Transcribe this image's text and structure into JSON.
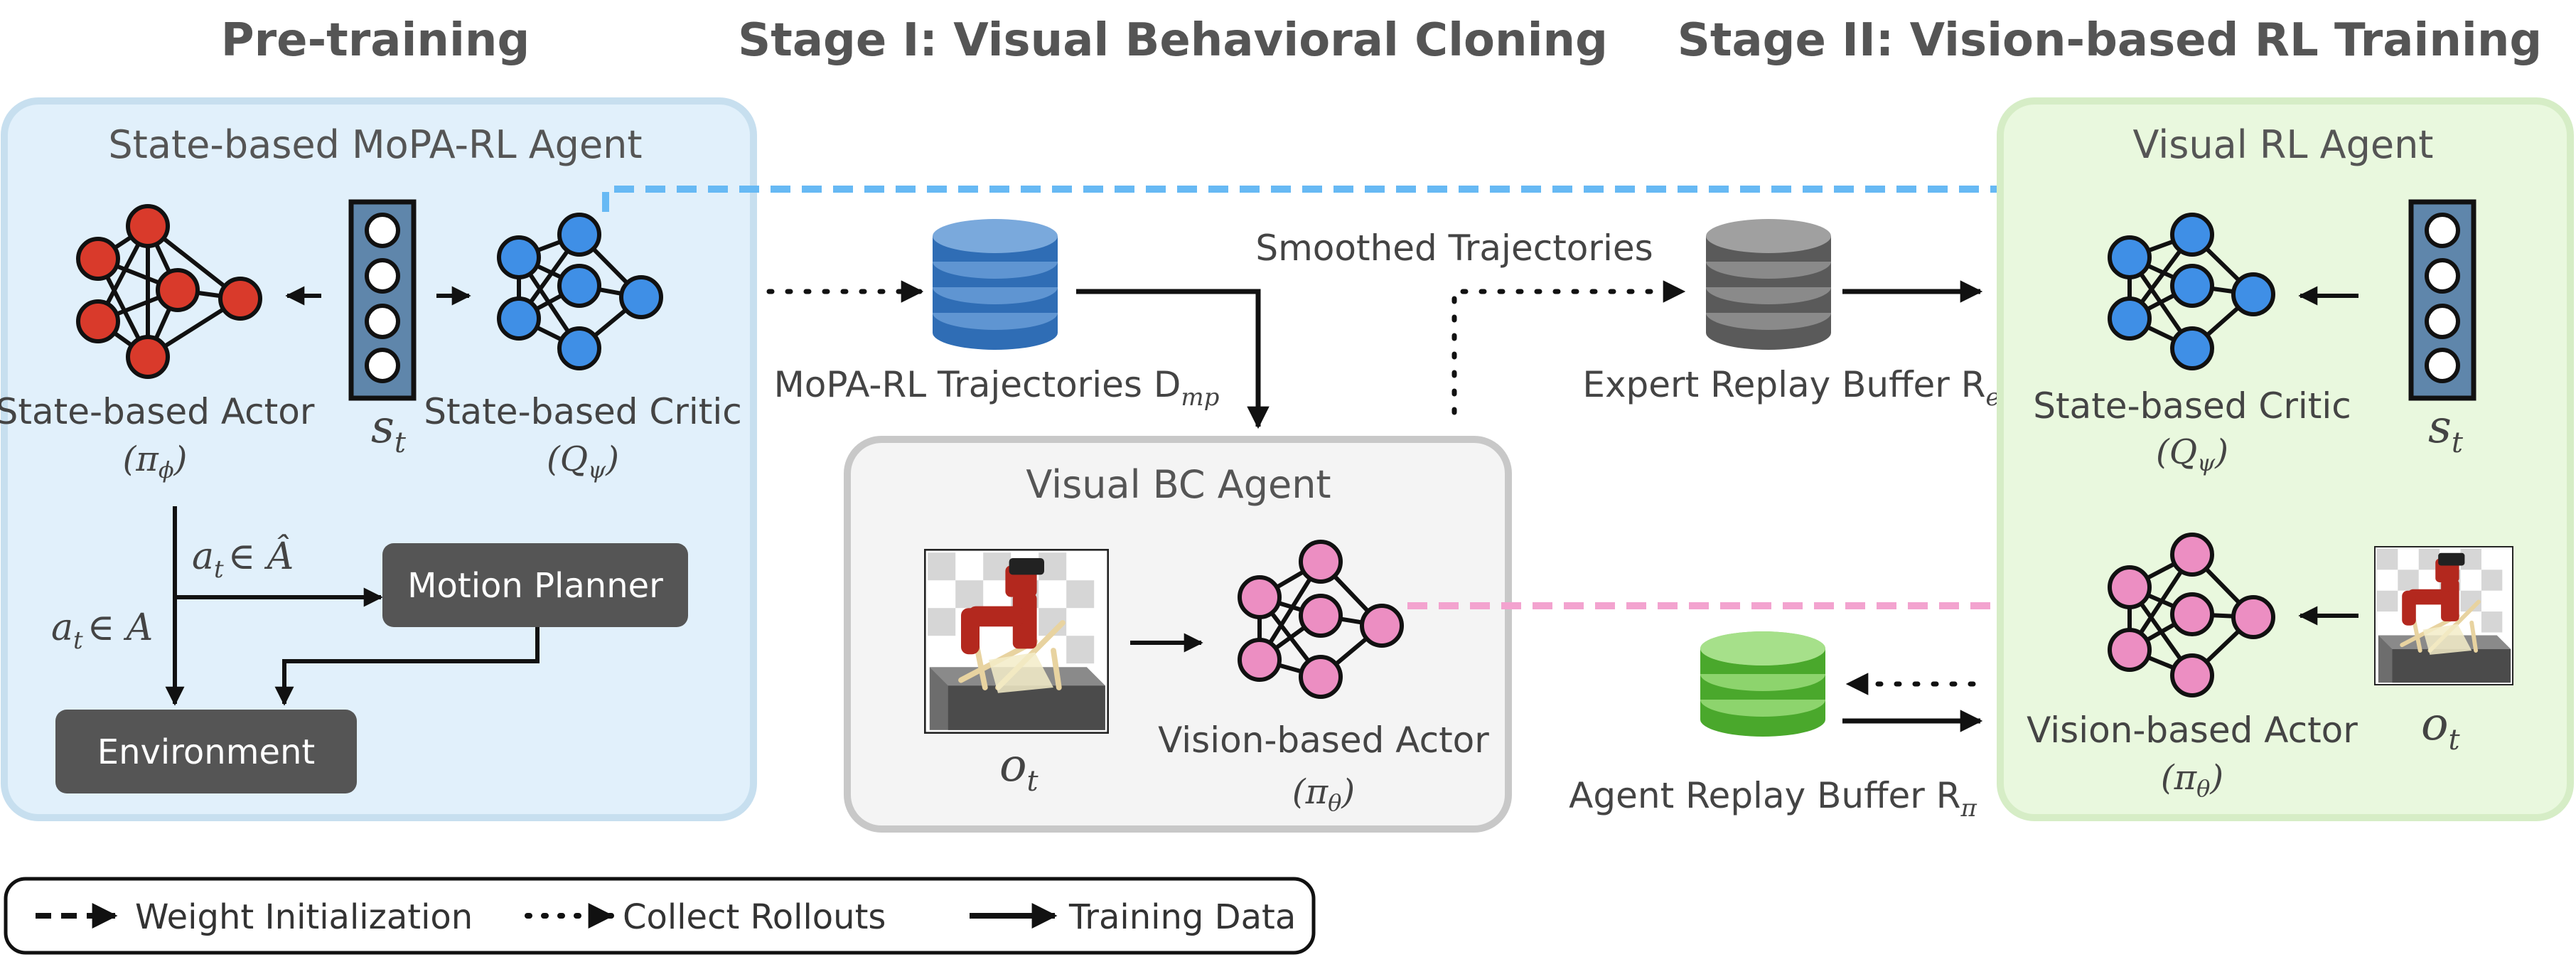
{
  "stages": {
    "pretraining": "Pre-training",
    "stage1": "Stage I: Visual Behavioral Cloning",
    "stage2": "Stage II: Vision-based RL Training"
  },
  "pretraining_panel": {
    "title": "State-based MoPA-RL Agent",
    "actor_label": "State-based Actor",
    "actor_math": "(π",
    "actor_sub": "ϕ",
    "critic_label": "State-based Critic",
    "critic_math": "(Q",
    "critic_sub": "ψ",
    "state_var": "s",
    "state_sub": "t",
    "action_hat": "a",
    "action_hat_sub": "t",
    "action_hat_set": "∈ Â",
    "action": "a",
    "action_sub": "t",
    "action_set": "∈ A",
    "motion_planner": "Motion Planner",
    "environment": "Environment"
  },
  "stage1": {
    "trajectories_label": "MoPA-RL Trajectories D",
    "trajectories_sub": "mp",
    "bc_panel_title": "Visual BC Agent",
    "obs_var": "o",
    "obs_sub": "t",
    "actor_label": "Vision-based Actor",
    "actor_math": "(π",
    "actor_sub": "θ"
  },
  "stage2": {
    "smoothed_label": "Smoothed Trajectories",
    "expert_buffer_label": "Expert Replay Buffer R",
    "expert_buffer_sub": "e",
    "agent_buffer_label": "Agent Replay Buffer R",
    "agent_buffer_sub": "π",
    "rl_panel_title": "Visual RL Agent",
    "critic_label": "State-based Critic",
    "critic_math": "(Q",
    "critic_sub": "ψ",
    "state_var": "s",
    "state_sub": "t",
    "actor_label": "Vision-based Actor",
    "actor_math": "(π",
    "actor_sub": "θ",
    "obs_var": "o",
    "obs_sub": "t"
  },
  "legend": {
    "weight_init": "Weight Initialization",
    "collect_rollouts": "Collect Rollouts",
    "training_data": "Training Data"
  },
  "colors": {
    "pretraining_bg": "#e1f0fb",
    "pretraining_border": "#c7dfef",
    "rl_bg": "#e9f8de",
    "rl_border": "#d6edc6",
    "bc_bg": "#f4f4f4",
    "bc_border": "#c8c8c8",
    "actor_red": "#d93a2b",
    "critic_blue": "#3f8fe6",
    "vision_pink": "#ec8ec2",
    "blue_db": "#2f6db5",
    "gray_db": "#5a5a5a",
    "green_db": "#4aa82c",
    "state_vector": "#5f86ab",
    "weight_blue_arrow": "#67b9f4",
    "weight_pink_arrow": "#f3a3cf"
  }
}
